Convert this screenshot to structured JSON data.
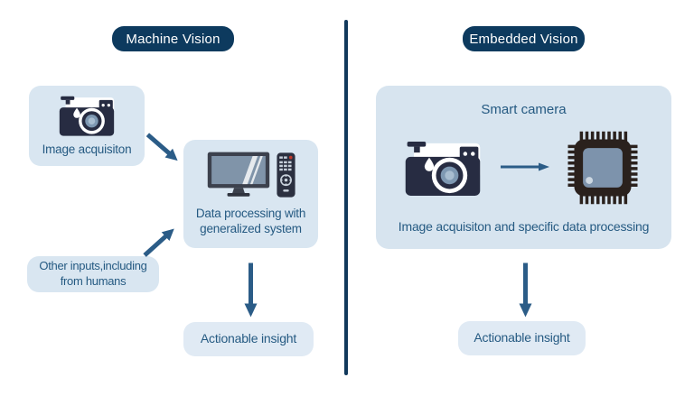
{
  "diagram": {
    "left": {
      "header": "Machine Vision",
      "image_acquisition_label": "Image acquisiton",
      "data_processing_label": "Data processing with\ngeneralized system",
      "other_inputs_label": "Other inputs,including\nfrom humans",
      "actionable_insight_label": "Actionable insight"
    },
    "right": {
      "header": "Embedded Vision",
      "smart_camera_title": "Smart camera",
      "smart_camera_caption": "Image acquisiton and specific data processing",
      "actionable_insight_label": "Actionable insight"
    },
    "icons": {
      "left": [
        "camera-icon",
        "monitor-icon",
        "remote-control-icon"
      ],
      "right": [
        "camera-icon",
        "chip-icon"
      ]
    },
    "colors": {
      "header_pill": "#0d3a5e",
      "box_fill": "#d9e6f1",
      "box_fill_light": "#e0eaf4",
      "big_box_fill": "#d7e4ef",
      "text": "#255a82",
      "arrow": "#2b5c87",
      "divider": "#11395c",
      "camera_body": "#272c42",
      "chip_body": "#2a211d",
      "chip_die": "#7d93ac",
      "background": "#ffffff"
    }
  }
}
